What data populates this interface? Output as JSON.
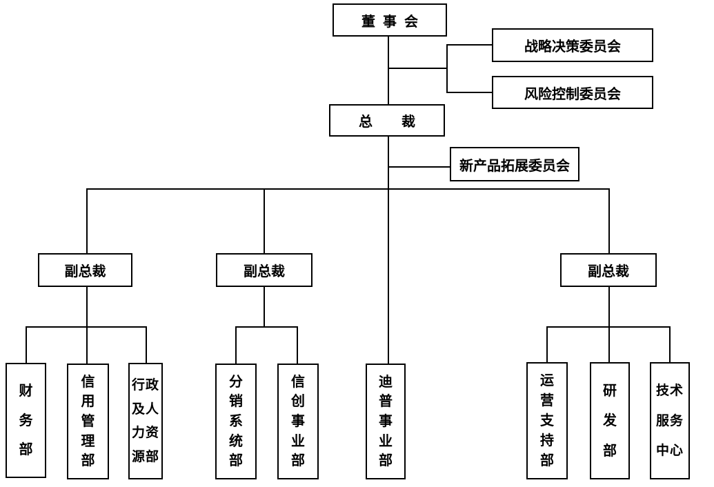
{
  "diagram": {
    "type": "org-chart",
    "nodes": {
      "board": {
        "label": "董事会"
      },
      "strategy_committee": {
        "label": "战略决策委员会"
      },
      "risk_committee": {
        "label": "风险控制委员会"
      },
      "president": {
        "label": "总裁"
      },
      "new_product_committee": {
        "label": "新产品拓展委员会"
      },
      "vp_left": {
        "label": "副总裁"
      },
      "vp_middle": {
        "label": "副总裁"
      },
      "vp_right": {
        "label": "副总裁"
      }
    },
    "departments": [
      {
        "id": "finance",
        "name": "财务部",
        "parent": "vp_left",
        "lines": [
          "财",
          "务",
          "部"
        ]
      },
      {
        "id": "credit",
        "name": "信用管理部",
        "parent": "vp_left",
        "lines": [
          "信",
          "用",
          "管",
          "理",
          "部"
        ]
      },
      {
        "id": "admin_hr",
        "name": "行政及人力资源部",
        "parent": "vp_left",
        "lines": [
          "行政",
          "及人",
          "力资",
          "源部"
        ]
      },
      {
        "id": "distribution",
        "name": "分销系统部",
        "parent": "vp_middle",
        "lines": [
          "分",
          "销",
          "系",
          "统",
          "部"
        ]
      },
      {
        "id": "xinchuang",
        "name": "信创事业部",
        "parent": "vp_middle",
        "lines": [
          "信",
          "创",
          "事",
          "业",
          "部"
        ]
      },
      {
        "id": "dipu",
        "name": "迪普事业部",
        "parent": "president",
        "lines": [
          "迪",
          "普",
          "事",
          "业",
          "部"
        ]
      },
      {
        "id": "operations",
        "name": "运营支持部",
        "parent": "vp_right",
        "lines": [
          "运",
          "营",
          "支",
          "持",
          "部"
        ]
      },
      {
        "id": "rnd",
        "name": "研发部",
        "parent": "vp_right",
        "lines": [
          "研",
          "发",
          "部"
        ]
      },
      {
        "id": "tech_center",
        "name": "技术服务中心",
        "parent": "vp_right",
        "lines": [
          "技术",
          "服务",
          "中心"
        ]
      }
    ],
    "line_color": "#000000"
  }
}
